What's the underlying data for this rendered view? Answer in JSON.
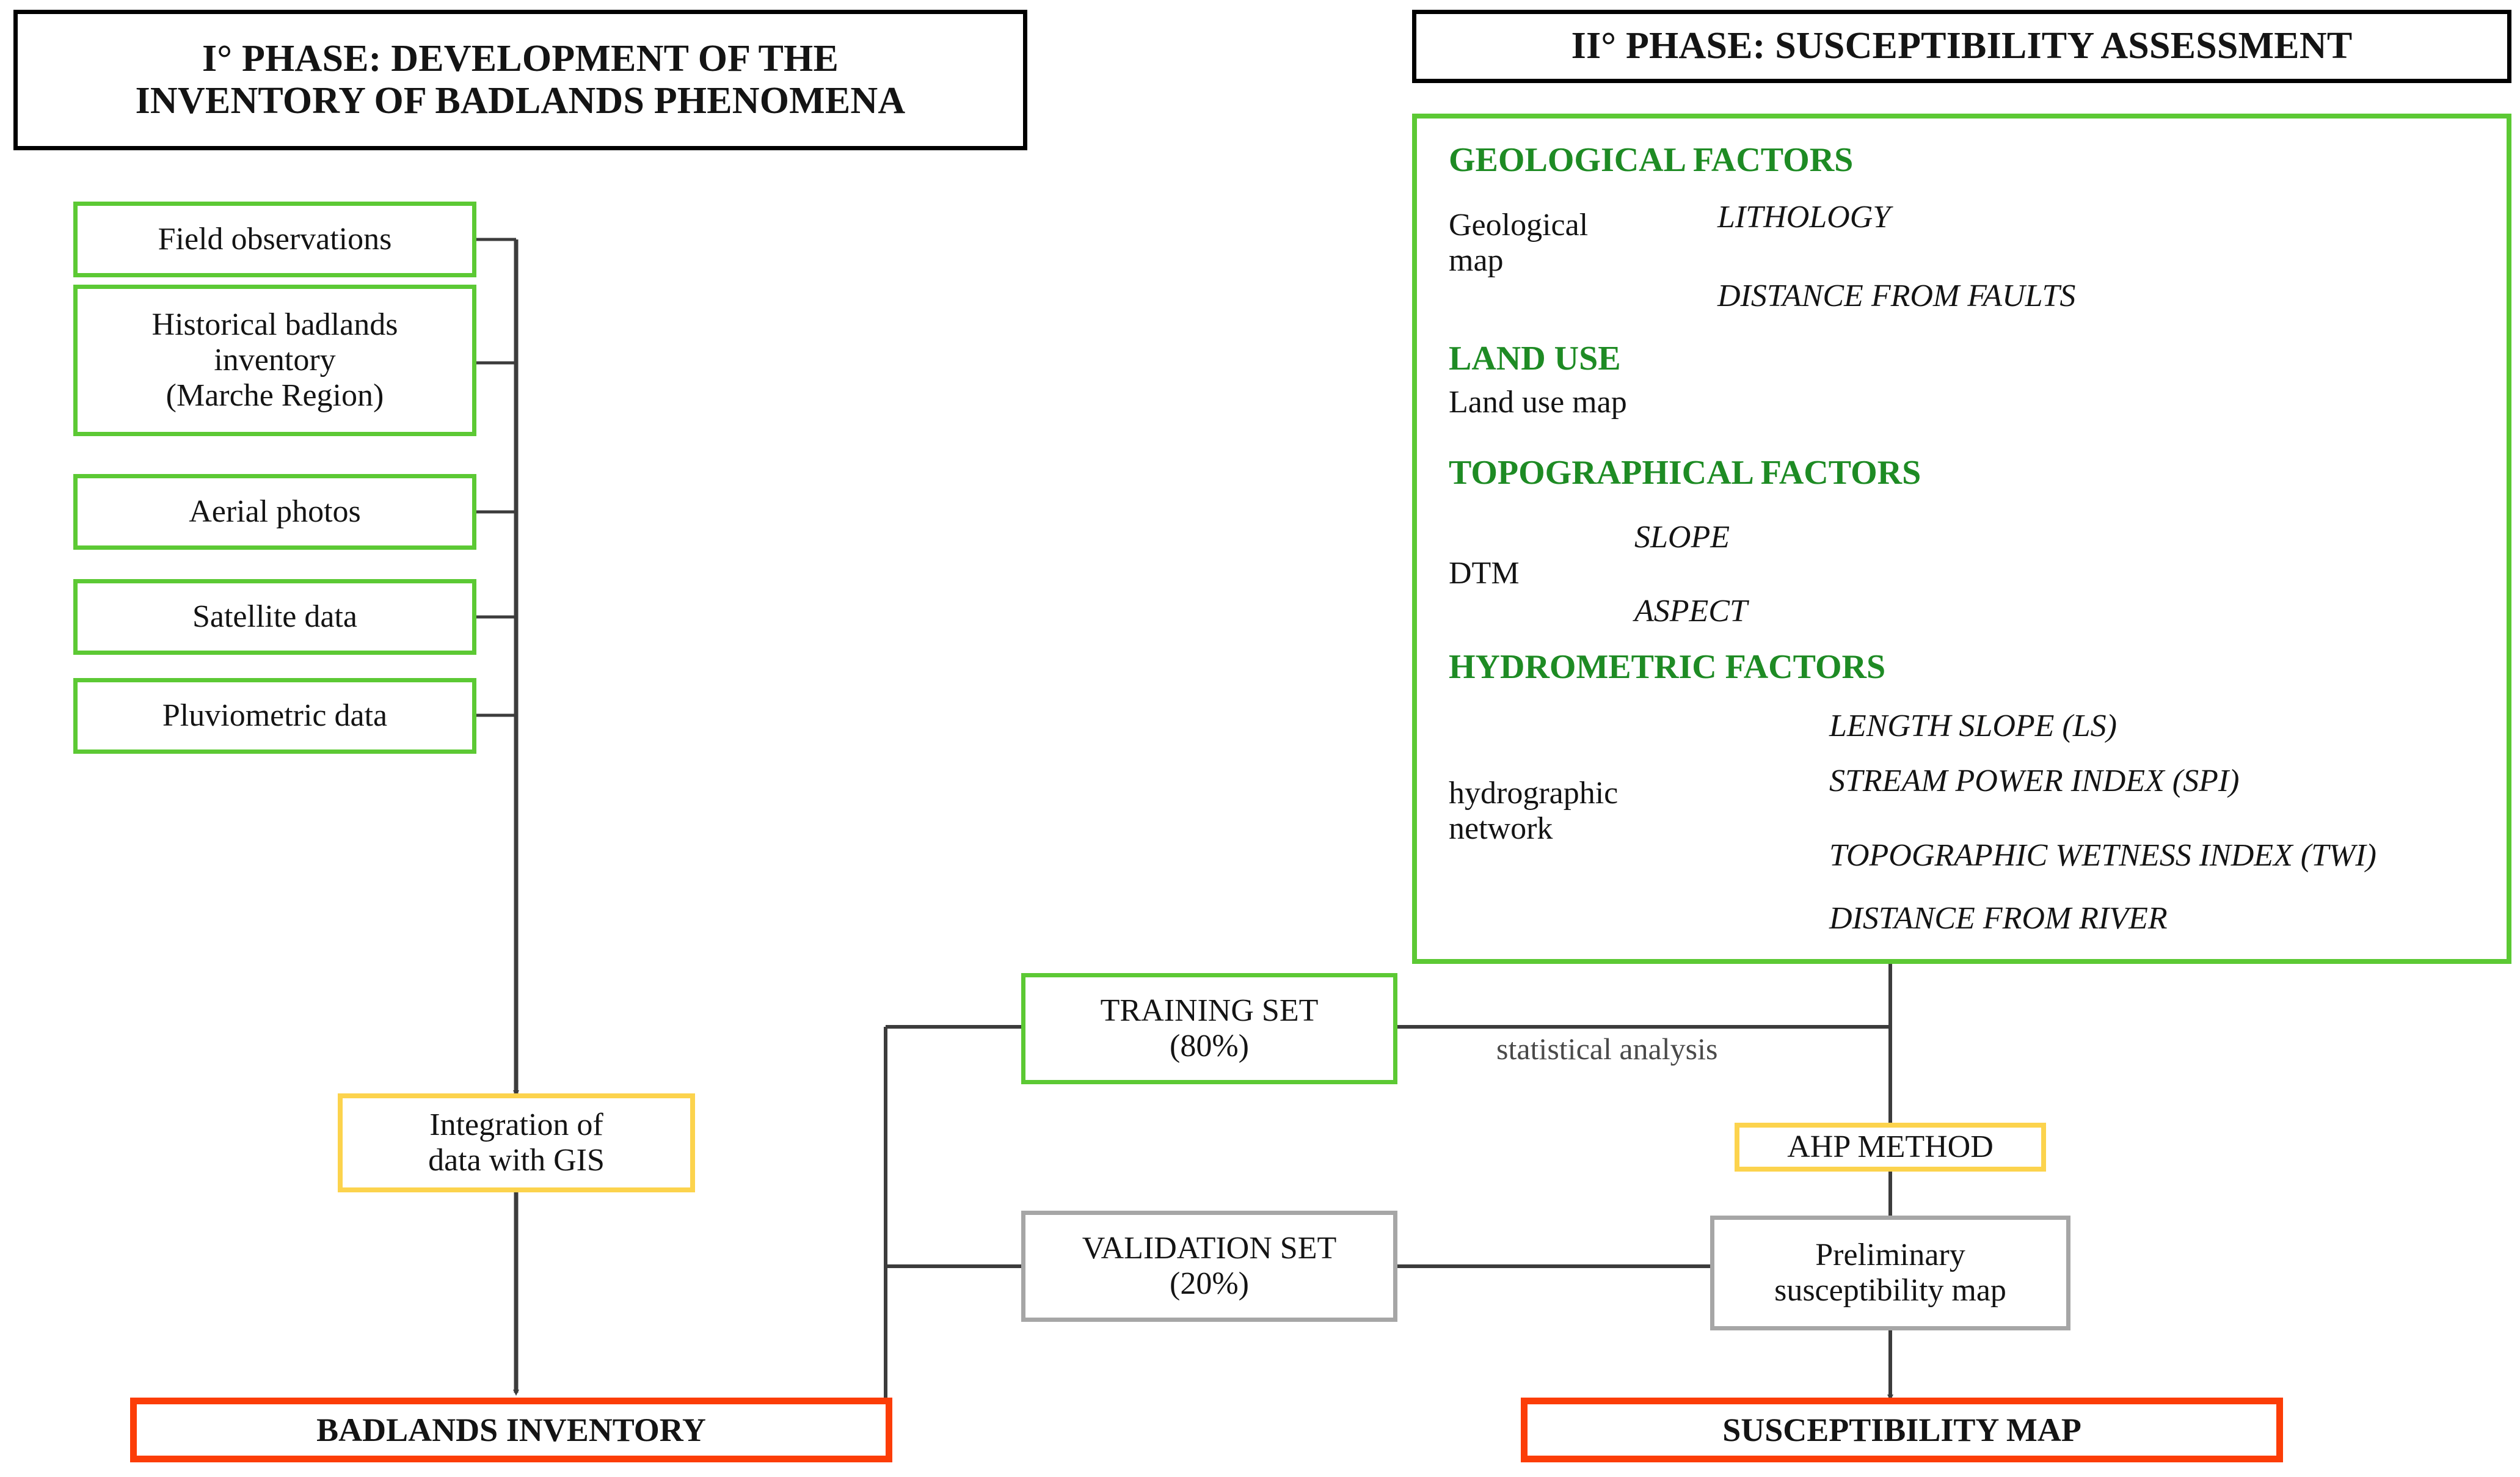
{
  "phases": {
    "left": {
      "title_line1": "I° PHASE: DEVELOPMENT OF THE",
      "title_line2": "INVENTORY OF BADLANDS PHENOMENA"
    },
    "right": {
      "title": "II° PHASE: SUSCEPTIBILITY ASSESSMENT"
    }
  },
  "colors": {
    "green_border": "#5CC934",
    "green_heading_text": "#1E8B24",
    "yellow_border": "#FCD34D",
    "grey_border": "#A6A6A6",
    "red_border": "#FC3D07",
    "connector": "#3C3C3C",
    "green_connector": "#3C7A30"
  },
  "inputs": [
    {
      "label": "Field observations"
    },
    {
      "label": "Historical badlands\ninventory\n(Marche Region)"
    },
    {
      "label": "Aerial photos"
    },
    {
      "label": "Satellite data"
    },
    {
      "label": "Pluviometric data"
    }
  ],
  "integration": {
    "label": "Integration of\ndata with GIS"
  },
  "badlands_inventory": {
    "label": "BADLANDS INVENTORY"
  },
  "factor_groups": [
    {
      "heading": "GEOLOGICAL FACTORS",
      "source": "Geological\nmap",
      "leaves": [
        "LITHOLOGY",
        "DISTANCE FROM FAULTS"
      ]
    },
    {
      "heading": "LAND USE",
      "source": "Land use map",
      "leaves": []
    },
    {
      "heading": "TOPOGRAPHICAL FACTORS",
      "source": "DTM",
      "leaves": [
        "SLOPE",
        "ASPECT"
      ]
    },
    {
      "heading": "HYDROMETRIC FACTORS",
      "source": "hydrographic\nnetwork",
      "leaves": [
        "LENGTH SLOPE (LS)",
        "STREAM POWER INDEX (SPI)",
        "TOPOGRAPHIC WETNESS INDEX (TWI)",
        "DISTANCE FROM RIVER"
      ]
    }
  ],
  "training_set": {
    "line1": "TRAINING SET",
    "line2": "(80%)"
  },
  "validation_set": {
    "line1": "VALIDATION SET",
    "line2": "(20%)"
  },
  "statistical_analysis": {
    "label": "statistical analysis"
  },
  "ahp_method": {
    "label": "AHP METHOD"
  },
  "preliminary_map": {
    "label": "Preliminary\nsusceptibility map"
  },
  "susceptibility_map": {
    "label": "SUSCEPTIBILITY MAP"
  }
}
